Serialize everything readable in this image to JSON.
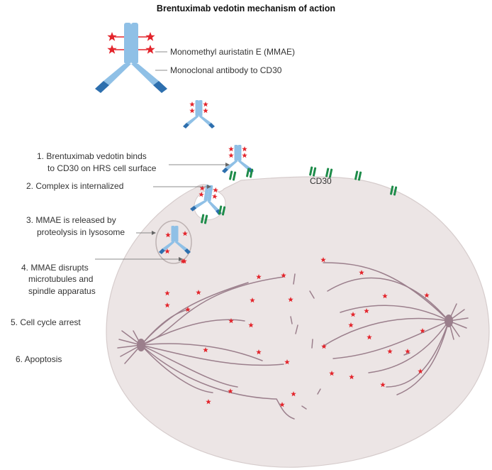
{
  "title": "Brentuximab vedotin mechanism of action",
  "legend": {
    "mmae": "Monomethyl auristatin E (MMAE)",
    "antibody": "Monoclonal antibody to CD30"
  },
  "steps": [
    {
      "line1": "1.  Brentuximab vedotin binds",
      "line2": "to CD30 on HRS cell surface"
    },
    {
      "line1": "2. Complex is internalized"
    },
    {
      "line1": "3. MMAE is released by",
      "line2": "proteolysis in lysosome"
    },
    {
      "line1": "4. MMAE disrupts",
      "line2": "microtubules and",
      "line3": "spindle apparatus"
    },
    {
      "line1": "5. Cell cycle arrest"
    },
    {
      "line1": "6. Apoptosis"
    }
  ],
  "receptor_label": "CD30",
  "colors": {
    "antibody_light": "#8fc0e6",
    "antibody_dark": "#2d6fae",
    "mmae": "#e3242b",
    "cd30": "#1e8c4a",
    "cell_fill": "#ece5e5",
    "spindle": "#9b7f8c"
  }
}
